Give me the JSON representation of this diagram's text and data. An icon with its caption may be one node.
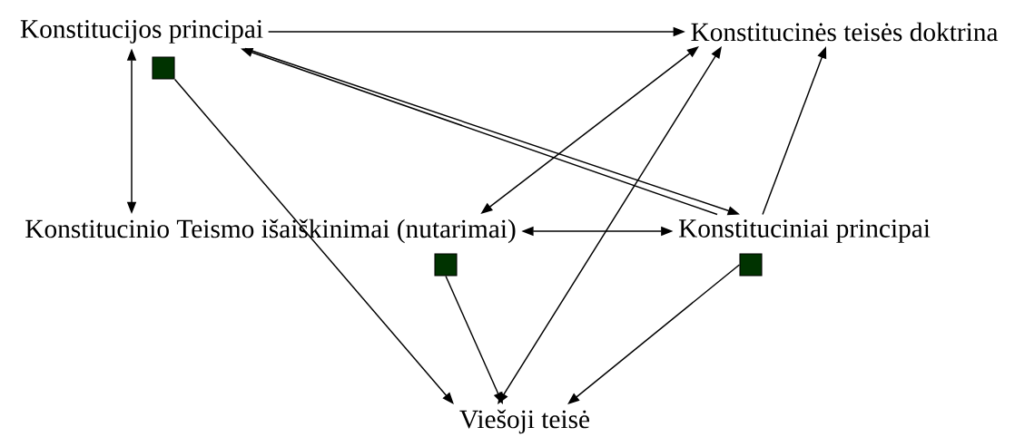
{
  "diagram": {
    "nodes": [
      {
        "text": [
          "Konstitucijos principai"
        ]
      },
      {
        "text": [
          "Konstitucinės teisės doktrina"
        ]
      },
      {
        "text": [],
        "shape": "box"
      },
      {
        "text": [
          "Konstitucinio Teismo išaiškinimai (nutarimai)"
        ]
      },
      {
        "text": [
          "Konstituciniai principai"
        ]
      },
      {
        "text": [],
        "shape": "box"
      },
      {
        "text": [],
        "shape": "box"
      },
      {
        "text": [
          "Viešoji teisė"
        ]
      }
    ],
    "edges": [
      {
        "from": 0,
        "to": 1,
        "arrow": "to"
      },
      {
        "from": 0,
        "to": 3,
        "arrow": "both"
      },
      {
        "from": 4,
        "to": 0,
        "arrow": "to"
      },
      {
        "from": 0,
        "to": 4,
        "arrow": "to"
      },
      {
        "from": 2,
        "to": 7,
        "arrow": "to"
      },
      {
        "from": 3,
        "to": 1,
        "arrow": "both"
      },
      {
        "from": 7,
        "to": 1,
        "arrow": "both"
      },
      {
        "from": 4,
        "to": 1,
        "arrow": "to"
      },
      {
        "from": 3,
        "to": 4,
        "arrow": "both"
      },
      {
        "from": 5,
        "to": 7,
        "arrow": "to"
      },
      {
        "from": 6,
        "to": 7,
        "arrow": "to"
      }
    ]
  }
}
